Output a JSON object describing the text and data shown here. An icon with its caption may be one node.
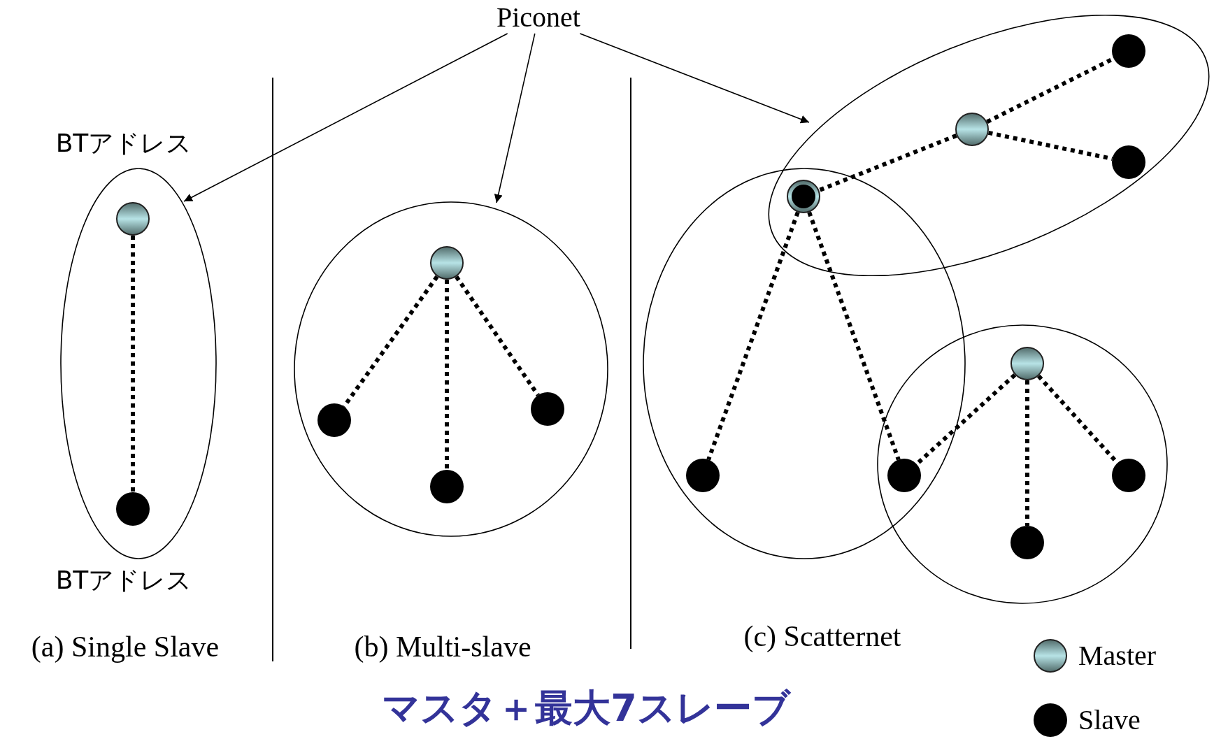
{
  "diagram": {
    "nodes": [
      {
        "text": [
          "Piconet"
        ]
      },
      {
        "text": [],
        "shape": "ellipse"
      },
      {
        "text": [],
        "shape": "circle",
        "in": 1
      },
      {
        "text": [],
        "shape": "circle",
        "in": 1
      },
      {
        "text": [],
        "shape": "ellipse"
      },
      {
        "text": [],
        "shape": "circle",
        "in": 4
      },
      {
        "text": [],
        "shape": "circle",
        "in": 4
      },
      {
        "text": [],
        "shape": "circle",
        "in": 4
      },
      {
        "text": [],
        "shape": "circle",
        "in": 4
      },
      {
        "text": [],
        "shape": "ellipse"
      },
      {
        "text": [],
        "shape": "circle",
        "in": 9
      },
      {
        "text": [],
        "shape": "circle",
        "in": 9
      },
      {
        "text": [],
        "shape": "circle",
        "in": 9
      },
      {
        "text": [],
        "shape": "ellipse"
      },
      {
        "text": [],
        "shape": "circle"
      },
      {
        "text": [],
        "shape": "ellipse"
      },
      {
        "text": [],
        "shape": "circle",
        "in": 15
      },
      {
        "text": [],
        "shape": "circle",
        "in": 13
      },
      {
        "text": [],
        "shape": "circle"
      },
      {
        "text": [],
        "shape": "circle",
        "in": 15
      },
      {
        "text": [],
        "shape": "circle",
        "in": 15
      }
    ],
    "edges": [
      {
        "from": 0,
        "to": 1,
        "arrow": "to"
      },
      {
        "from": 0,
        "to": 4,
        "arrow": "to"
      },
      {
        "from": 0,
        "to": 9,
        "arrow": "to"
      },
      {
        "from": 2,
        "to": 3,
        "arrow": "none",
        "style": "dashed"
      },
      {
        "from": 5,
        "to": 6,
        "arrow": "none",
        "style": "dashed"
      },
      {
        "from": 5,
        "to": 7,
        "arrow": "none",
        "style": "dashed"
      },
      {
        "from": 5,
        "to": 8,
        "arrow": "none",
        "style": "dashed"
      },
      {
        "from": 11,
        "to": 10,
        "arrow": "none",
        "style": "dashed"
      },
      {
        "from": 11,
        "to": 12,
        "arrow": "none",
        "style": "dashed"
      },
      {
        "from": 11,
        "to": 14,
        "arrow": "none",
        "style": "dashed"
      },
      {
        "from": 14,
        "to": 17,
        "arrow": "none",
        "style": "dashed"
      },
      {
        "from": 14,
        "to": 18,
        "arrow": "none",
        "style": "dashed"
      },
      {
        "from": 16,
        "to": 18,
        "arrow": "none",
        "style": "dashed"
      },
      {
        "from": 16,
        "to": 20,
        "arrow": "none",
        "style": "dashed"
      },
      {
        "from": 16,
        "to": 19,
        "arrow": "none",
        "style": "dashed"
      }
    ],
    "labels": [
      "BTアドレス",
      "BTアドレス",
      "(a) Single Slave",
      "(b) Multi-slave",
      "(c) Scatternet",
      "マスタ＋最大7スレーブ"
    ],
    "legend": [
      {
        "text": "Master"
      },
      {
        "text": "Slave"
      }
    ]
  }
}
